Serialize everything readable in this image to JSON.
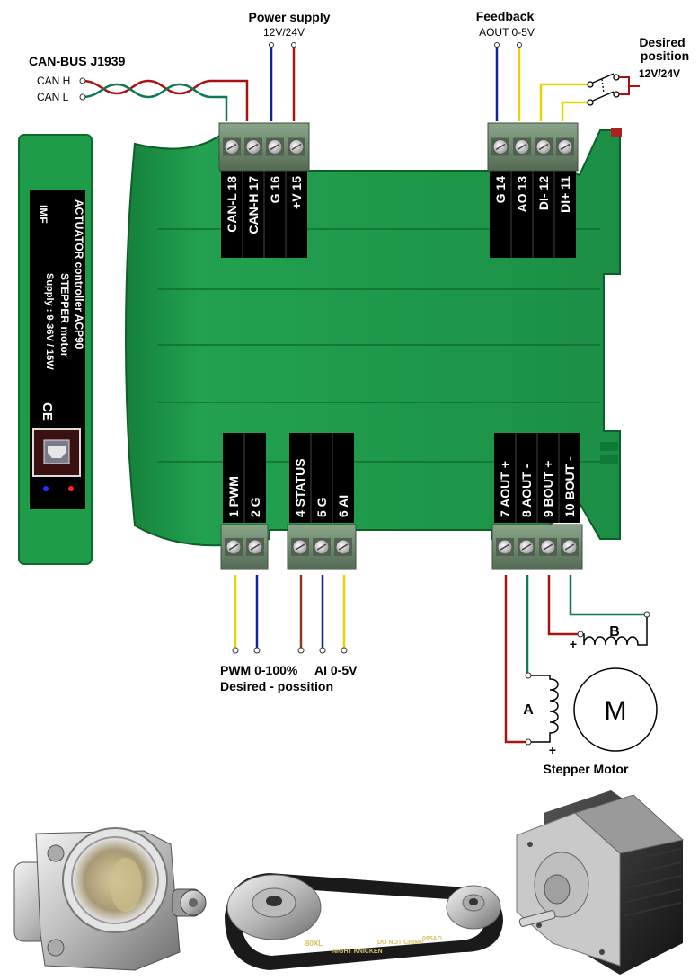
{
  "labels": {
    "can_bus": "CAN-BUS  J1939",
    "can_h": "CAN H",
    "can_l": "CAN L",
    "power_supply": "Power supply",
    "power_voltage": "12V/24V",
    "feedback": "Feedback",
    "feedback_signal": "AOUT 0-5V",
    "desired": "Desired",
    "position": "position",
    "desired_voltage": "12V/24V",
    "pwm_range": "PWM 0-100%",
    "ai_range": "AI 0-5V",
    "desired_possition": "Desired  -  possition",
    "coil_a": "A",
    "coil_b": "B",
    "motor_letter": "M",
    "stepper_motor": "Stepper Motor",
    "plus_a": "+",
    "plus_b": "+"
  },
  "module_label": {
    "brand": "IMF",
    "line1": "ACTUATOR  controller   ACP90",
    "line2": "STEPPER motor",
    "line3": "Supply : 9-36V / 15W",
    "ce": "CE"
  },
  "terminals": {
    "top_left": [
      "CAN-L  18",
      "CAN-H  17",
      "G  16",
      "+V  15"
    ],
    "top_right": [
      "G  14",
      "AO  13",
      "DI-  12",
      "DI+  11"
    ],
    "bottom_left": [
      "1  PWM",
      "2  G"
    ],
    "bottom_mid": [
      "4  STATUS",
      "5  G",
      "6  AI"
    ],
    "bottom_right": [
      "7  AOUT +",
      "8  AOUT -",
      "9  BOUT +",
      "10  BOUT -"
    ]
  },
  "photos": {
    "belt_text": [
      "80XL",
      "NIGHT KNICKEN",
      "DO NOT CRIMP",
      "095AG"
    ]
  },
  "colors": {
    "housing": "#1f9c4a",
    "housing_dark": "#0d6b2c",
    "terminal_block": "#6f8f6f",
    "label_strip": "#000000",
    "wire_red": "#aa1111",
    "wire_blue": "#112299",
    "wire_yellow": "#e8d200",
    "wire_green": "#117755"
  }
}
